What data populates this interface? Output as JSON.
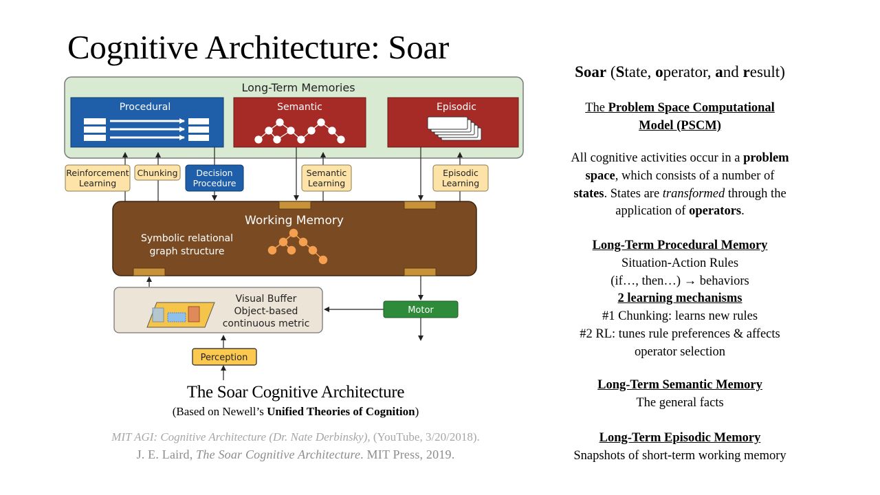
{
  "slide_title": "Cognitive Architecture: Soar",
  "diagram": {
    "long_term_memories": "Long-Term Memories",
    "procedural": "Procedural",
    "semantic": "Semantic",
    "episodic": "Episodic",
    "reinforcement_learning_1": "Reinforcement",
    "reinforcement_learning_2": "Learning",
    "chunking": "Chunking",
    "decision_procedure_1": "Decision",
    "decision_procedure_2": "Procedure",
    "semantic_learning_1": "Semantic",
    "semantic_learning_2": "Learning",
    "episodic_learning_1": "Episodic",
    "episodic_learning_2": "Learning",
    "working_memory": "Working Memory",
    "symbolic_1": "Symbolic relational",
    "symbolic_2": "graph structure",
    "visual_buffer_1": "Visual Buffer",
    "visual_buffer_2": "Object-based",
    "visual_buffer_3": "continuous metric",
    "motor": "Motor",
    "perception": "Perception",
    "colors": {
      "ltm_bg": "#d9ead3",
      "procedural": "#1f5ea8",
      "semantic": "#a62a26",
      "working_memory": "#7a4a22",
      "learning_box": "#fde3a7",
      "motor": "#2e8b3a",
      "perception": "#fbc850"
    }
  },
  "caption": {
    "title": "The Soar Cognitive Architecture",
    "based_pre": "(Based on Newell’s ",
    "based_bold": "Unified Theories of Cognition",
    "based_post": ")"
  },
  "references": {
    "ref1_italic": "MIT AGI: Cognitive Architecture (Dr. Nate Derbinsky),",
    "ref1_rest": " (YouTube, 3/20/2018).",
    "ref2_pre": "J. E. Laird, ",
    "ref2_italic": "The Soar Cognitive Architecture",
    "ref2_post": ". MIT Press, 2019."
  },
  "right_panel": {
    "acronym": {
      "s_bold": "Soar",
      "open": " (",
      "s": "S",
      "tate": "tate, ",
      "o": "o",
      "perator": "perator, ",
      "a": "a",
      "nd": "nd ",
      "r": "r",
      "esult": "esult)"
    },
    "pscm": {
      "the": "The ",
      "bold1": "Problem Space Computational",
      "bold2": "Model (PSCM)"
    },
    "paragraph": {
      "p1": "All cognitive activities occur in a ",
      "problem": "problem",
      "space": "space",
      "p2": ", which consists of a number of",
      "states": "states",
      "p3": ". States are ",
      "transformed": "transformed",
      "p4": " through the",
      "p5": "application of ",
      "operators": "operators",
      "p6": "."
    },
    "procedural": {
      "heading": "Long-Term Procedural Memory",
      "line1": "Situation-Action Rules",
      "line2": "(if…, then…) → behaviors",
      "mechanisms": "2 learning  mechanisms",
      "m1": "#1 Chunking: learns new rules",
      "m2": "#2 RL: tunes rule preferences & affects",
      "m3": "operator selection"
    },
    "semantic": {
      "heading": "Long-Term Semantic Memory",
      "line1": "The general facts"
    },
    "episodic": {
      "heading": "Long-Term Episodic Memory",
      "line1": "Snapshots of short-term working memory"
    }
  }
}
